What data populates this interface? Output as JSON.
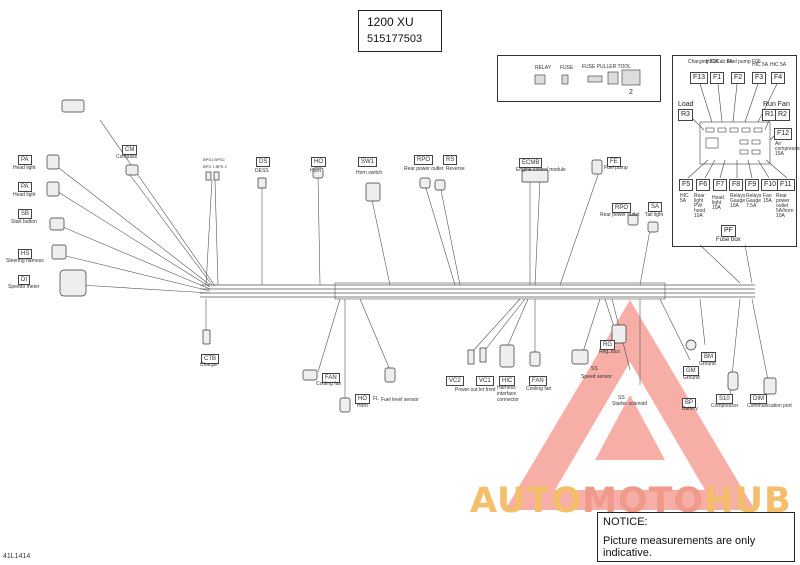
{
  "title": {
    "model": "1200 XU",
    "part_number": "515177503"
  },
  "figure_id": "41L1414",
  "relay_panel": {
    "number": "2",
    "labels": [
      "RELAY",
      "FUSE",
      "FUSE PULLER TOOL"
    ]
  },
  "fuse_box": {
    "code": "PF",
    "label": "Fuse box",
    "load": {
      "caption": "Load",
      "code": "R3"
    },
    "runfan": {
      "caption": "Run Fan",
      "codes": [
        "R1",
        "R2"
      ]
    },
    "top_fuses": [
      {
        "code": "F13",
        "desc": "Charging 30A"
      },
      {
        "code": "F1",
        "desc": "HIC/Cab 8A"
      },
      {
        "code": "F2",
        "desc": "Fuel pump F06"
      },
      {
        "code": "F3",
        "desc": "HIC 5A"
      },
      {
        "code": "F4",
        "desc": "HIC 5A"
      }
    ],
    "f12": {
      "code": "F12",
      "desc": "Air compressor 15A"
    },
    "bottom_fuses": [
      {
        "code": "F5",
        "desc": "HIC 5A"
      },
      {
        "code": "F6",
        "desc": "Rear light PW hood 10A"
      },
      {
        "code": "F7",
        "desc": "Head light 10A"
      },
      {
        "code": "F8",
        "desc": "Relays Gauge 10A"
      },
      {
        "code": "F9",
        "desc": "Relays Gauge 7.5A"
      },
      {
        "code": "F10",
        "desc": "Fan 15A"
      },
      {
        "code": "F11",
        "desc": "Rear power outlet 5A/horn 10A"
      }
    ]
  },
  "left_components": [
    {
      "code": "PA",
      "label": "Head light"
    },
    {
      "code": "PA",
      "label": "Head light"
    },
    {
      "code": "SB",
      "label": "Start button"
    },
    {
      "code": "HS",
      "label": "Steering harness"
    },
    {
      "code": "DI",
      "label": "Speedo meter"
    }
  ],
  "top_components": [
    {
      "code": "CM",
      "label": "Compass"
    },
    {
      "code": "BPS1 BPS2",
      "label": "BPS 1 BPS 2"
    },
    {
      "code": "DS",
      "label": "DESS"
    },
    {
      "code": "HO",
      "label": "Horn"
    },
    {
      "code": "SW1",
      "label": "Horn switch"
    },
    {
      "code": "RPO",
      "label": "Rear power outlet"
    },
    {
      "code": "RS",
      "label": "Reverse"
    },
    {
      "code": "ECMB",
      "label": "Engine control module"
    },
    {
      "code": "FE",
      "label": "Fuel pump"
    },
    {
      "code": "RPO",
      "label": "Rear power outlet"
    },
    {
      "code": "SA",
      "label": "Tail light"
    }
  ],
  "bottom_components": [
    {
      "code": "CTB",
      "label": "Charger"
    },
    {
      "code": "FAN",
      "label": "Cooling fan"
    },
    {
      "code": "HO",
      "label": "Horn"
    },
    {
      "code": "FL",
      "label": "Fuel level sensor"
    },
    {
      "code": "VC2",
      "label": "Power out let front"
    },
    {
      "code": "VC1",
      "label": ""
    },
    {
      "code": "HIC",
      "label": "Harness interface connector"
    },
    {
      "code": "FAN",
      "label": "Cooling fan"
    },
    {
      "code": "SS",
      "label": "Speed sensor"
    },
    {
      "code": "RG",
      "label": "Reg.Jaco"
    },
    {
      "code": "SS",
      "label": "Starter solenoid"
    },
    {
      "code": "BP",
      "label": "Battery"
    },
    {
      "code": "BM",
      "label": "Ground"
    },
    {
      "code": "GM",
      "label": "Ground"
    },
    {
      "code": "S10",
      "label": "Compressor"
    },
    {
      "code": "DIM",
      "label": "Communication port"
    }
  ],
  "notice": {
    "heading": "NOTICE:",
    "text": "Picture measurements are only indicative."
  },
  "watermark": {
    "part1": "AUTO",
    "part2": "MOTO",
    "part3": "HUB"
  },
  "colors": {
    "wire": "#555555",
    "watermark_red": "#e8473c",
    "watermark_gold": "#f4be6a"
  }
}
